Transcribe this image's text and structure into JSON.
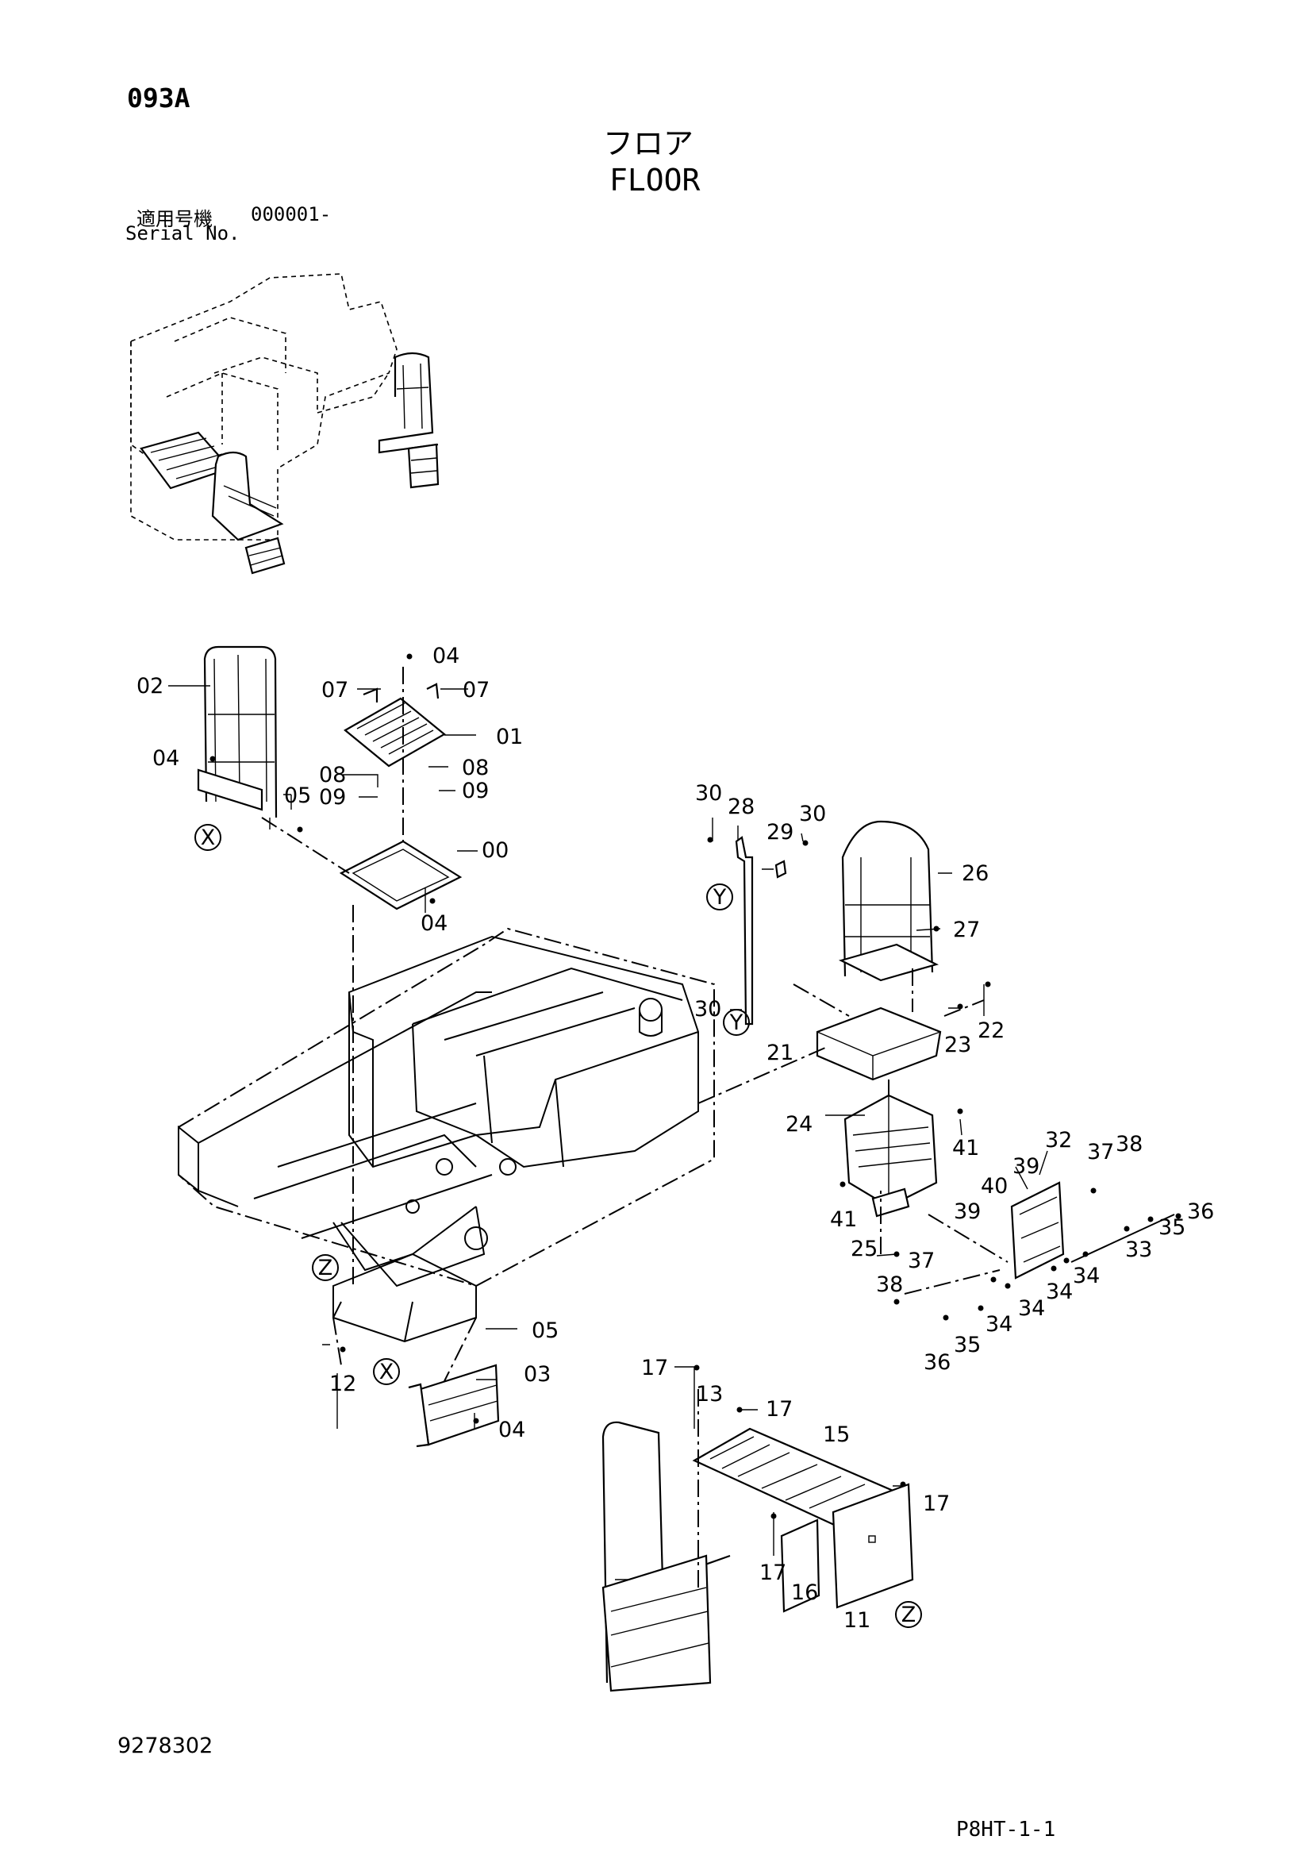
{
  "header": {
    "page_code": "093A",
    "title_jp": "フロア",
    "title_en": "FLOOR",
    "serial_label_jp": "適用号機",
    "serial_value": "000001-",
    "serial_label_en": "Serial No."
  },
  "footer": {
    "figure_number": "9278302",
    "page_reference": "P8HT-1-1"
  },
  "callouts": {
    "view_x": "X",
    "view_y": "Y",
    "view_z": "Z"
  },
  "part_labels": {
    "p00": "00",
    "p01": "01",
    "p02": "02",
    "p03": "03",
    "p04a": "04",
    "p04b": "04",
    "p04c": "04",
    "p04d": "04",
    "p05a": "05",
    "p05b": "05",
    "p07a": "07",
    "p07b": "07",
    "p08a": "08",
    "p08b": "08",
    "p09a": "09",
    "p09b": "09",
    "p11": "11",
    "p12": "12",
    "p13": "13",
    "p15": "15",
    "p16": "16",
    "p17a": "17",
    "p17b": "17",
    "p17c": "17",
    "p17d": "17",
    "p21": "21",
    "p22": "22",
    "p23": "23",
    "p24": "24",
    "p25": "25",
    "p26": "26",
    "p27": "27",
    "p28": "28",
    "p29": "29",
    "p30a": "30",
    "p30b": "30",
    "p30c": "30",
    "p32": "32",
    "p33": "33",
    "p34a": "34",
    "p34b": "34",
    "p34c": "34",
    "p34d": "34",
    "p35a": "35",
    "p35b": "35",
    "p36a": "36",
    "p36b": "36",
    "p37a": "37",
    "p37b": "37",
    "p38a": "38",
    "p38b": "38",
    "p39a": "39",
    "p39b": "39",
    "p40": "40",
    "p41a": "41",
    "p41b": "41"
  }
}
